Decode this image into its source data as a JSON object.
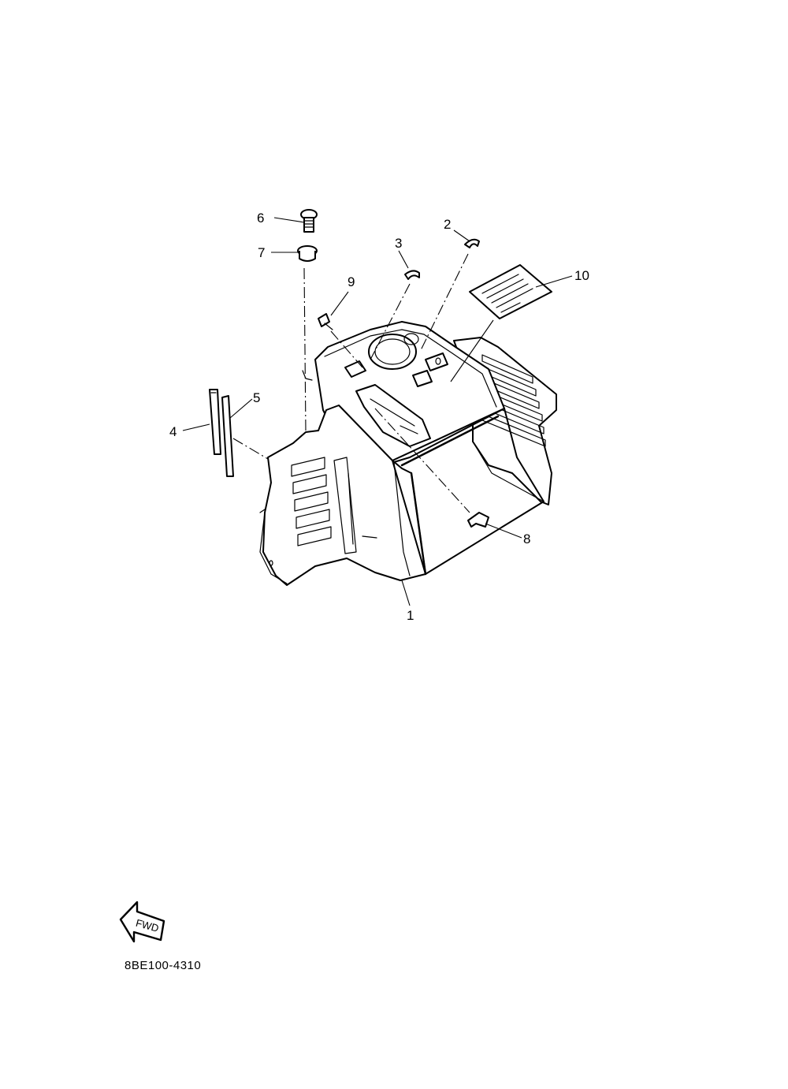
{
  "diagram": {
    "callouts": [
      {
        "id": "c1",
        "text": "1"
      },
      {
        "id": "c2",
        "text": "2"
      },
      {
        "id": "c3",
        "text": "3"
      },
      {
        "id": "c4",
        "text": "4"
      },
      {
        "id": "c5",
        "text": "5"
      },
      {
        "id": "c6",
        "text": "6"
      },
      {
        "id": "c7",
        "text": "7"
      },
      {
        "id": "c8",
        "text": "8"
      },
      {
        "id": "c9",
        "text": "9"
      },
      {
        "id": "c10",
        "text": "10"
      }
    ],
    "fwd_label": "FWD",
    "reference_code": "8BE100-4310"
  }
}
